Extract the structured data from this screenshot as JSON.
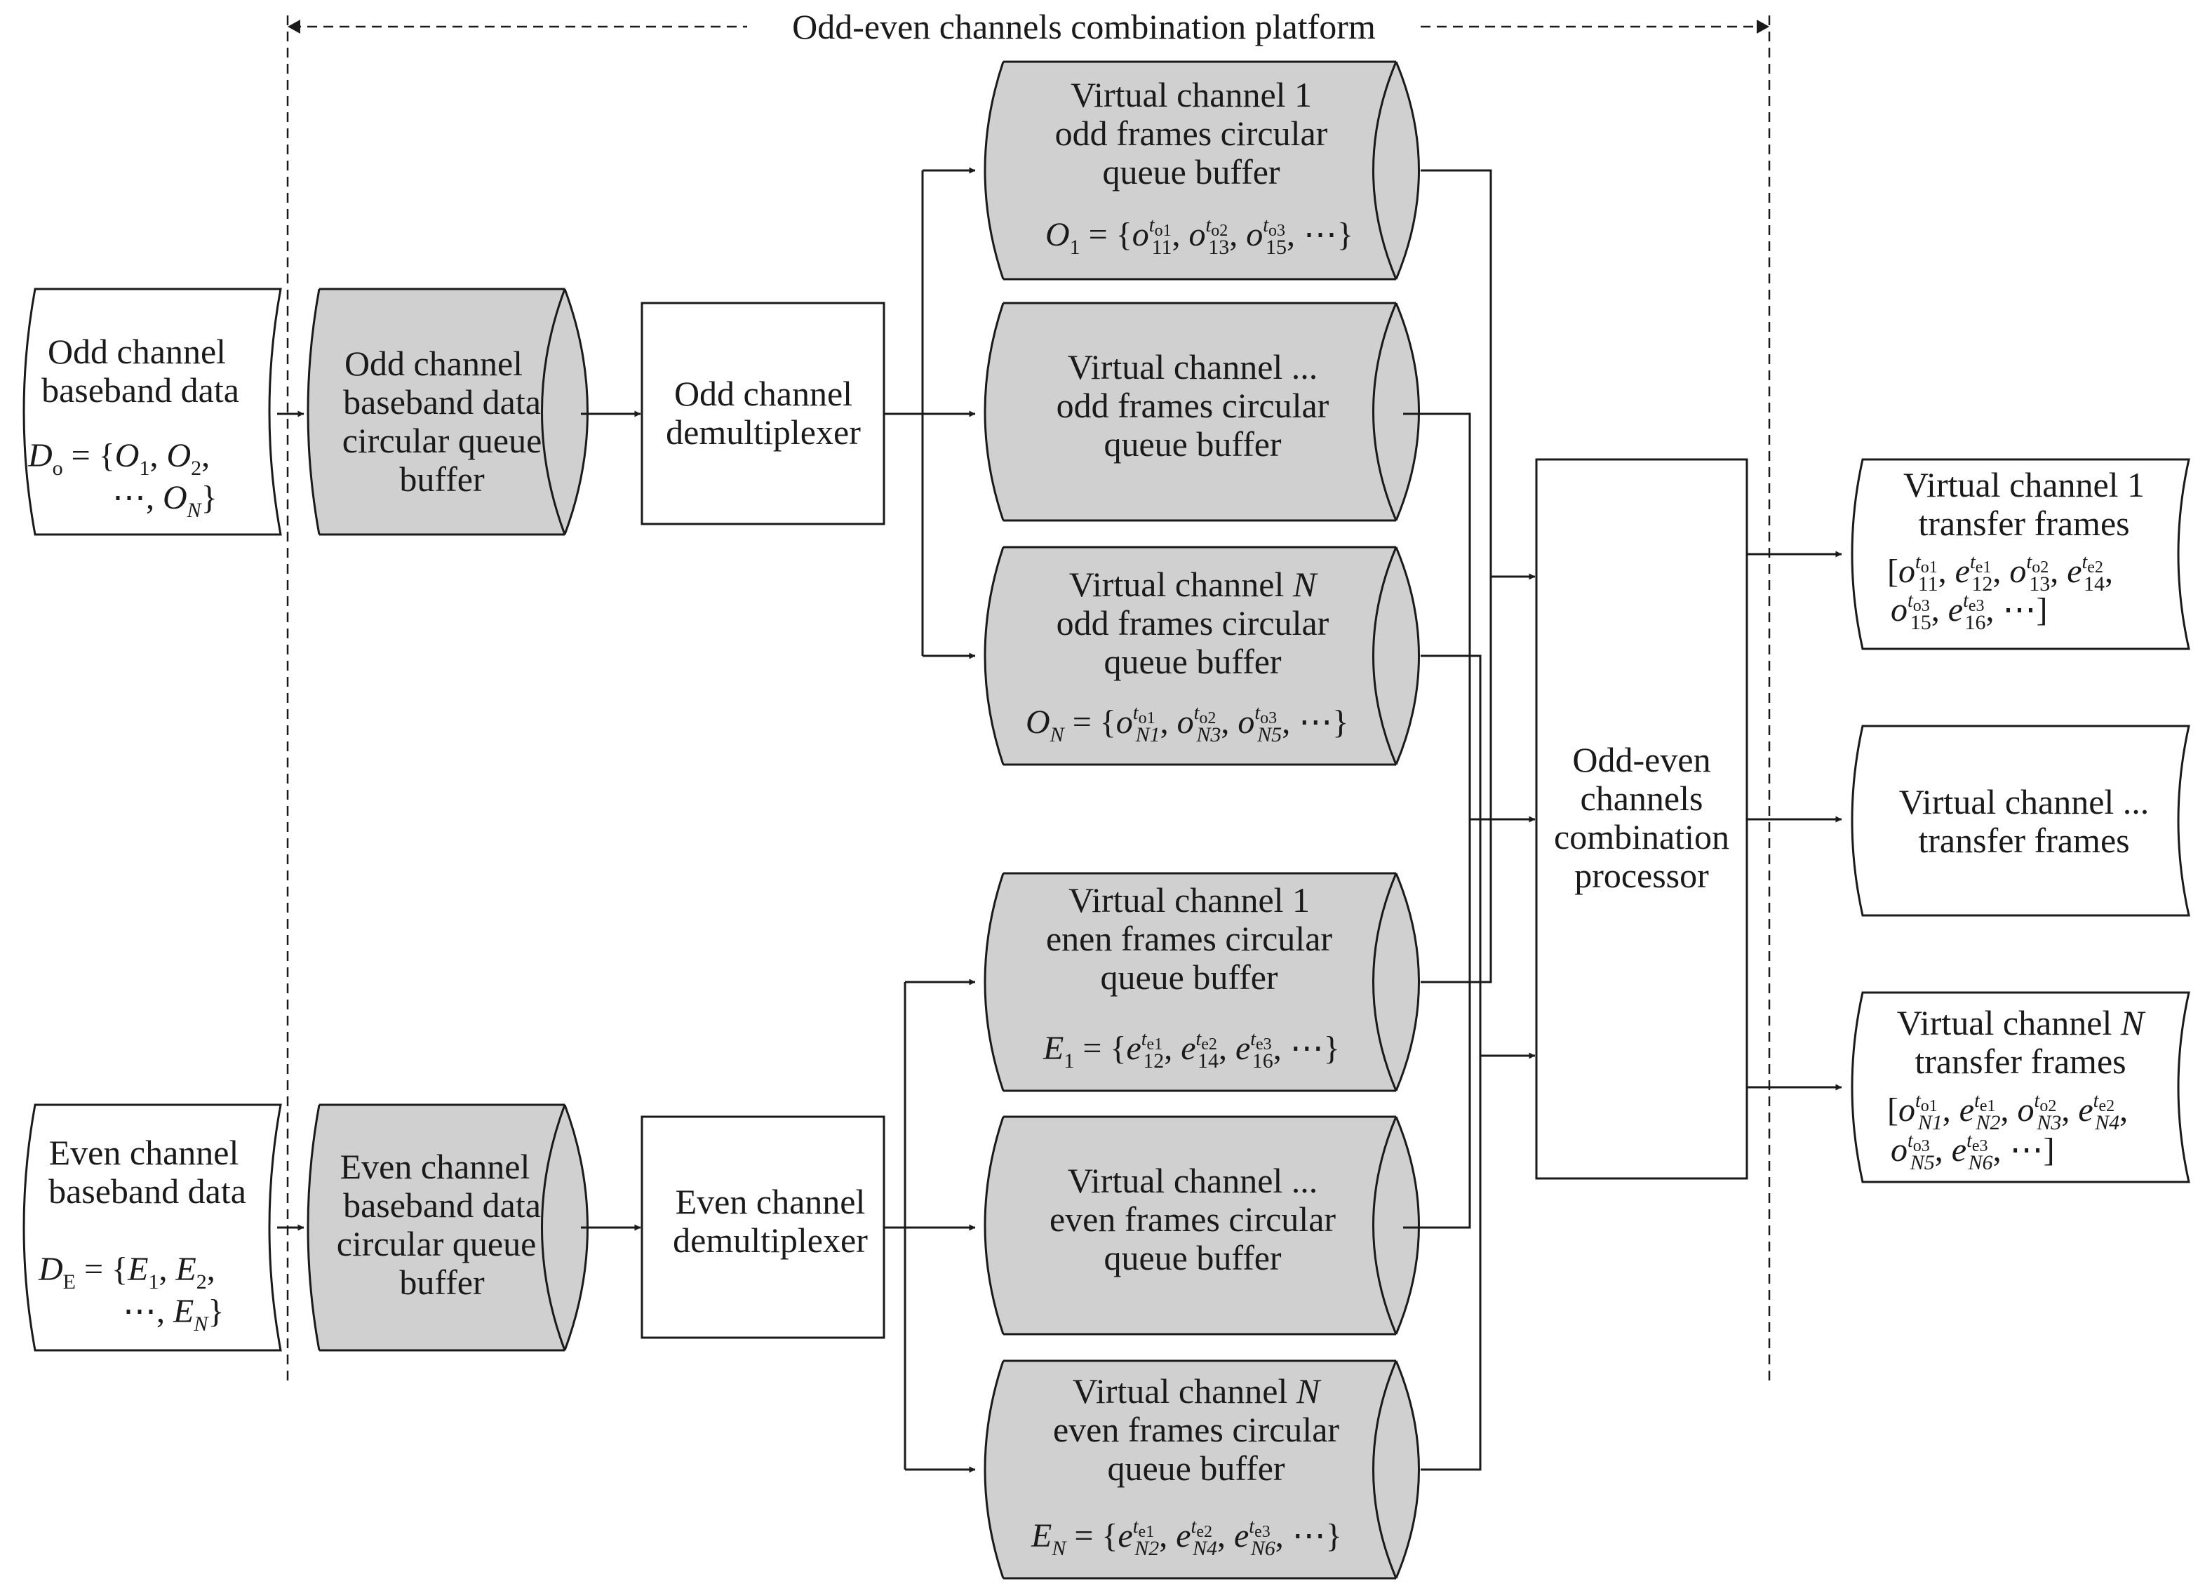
{
  "platform": {
    "title": "Odd-even channels combination platform"
  },
  "input_odd": {
    "line1": "Odd channel",
    "line2": "baseband data"
  },
  "input_even": {
    "line1": "Even channel",
    "line2": "baseband data"
  },
  "buffer_odd": {
    "line1": "Odd channel",
    "line2": "baseband data",
    "line3": "circular queue",
    "line4": "buffer"
  },
  "buffer_even": {
    "line1": "Even channel",
    "line2": "baseband data",
    "line3": "circular queue",
    "line4": "buffer"
  },
  "demux_odd": {
    "line1": "Odd channel",
    "line2": "demultiplexer"
  },
  "demux_even": {
    "line1": "Even channel",
    "line2": "demultiplexer"
  },
  "vc_odd_1": {
    "line1": "Virtual channel 1",
    "line2": "odd frames circular",
    "line3": "queue buffer"
  },
  "vc_odd_mid": {
    "line1": "Virtual channel ...",
    "line2": "odd frames circular",
    "line3": "queue buffer"
  },
  "vc_odd_n": {
    "line1_pre": "Virtual channel ",
    "line1_var": "N",
    "line2": "odd frames circular",
    "line3": "queue buffer"
  },
  "vc_even_1": {
    "line1": "Virtual channel 1",
    "line2": "enen frames circular",
    "line3": "queue buffer"
  },
  "vc_even_mid": {
    "line1": "Virtual channel ...",
    "line2": "even frames circular",
    "line3": "queue buffer"
  },
  "vc_even_n": {
    "line1_pre": "Virtual channel ",
    "line1_var": "N",
    "line2": "even frames circular",
    "line3": "queue buffer"
  },
  "processor": {
    "line1": "Odd-even",
    "line2": "channels",
    "line3": "combination",
    "line4": "processor"
  },
  "out_1": {
    "line1": "Virtual channel 1",
    "line2": "transfer frames"
  },
  "out_mid": {
    "line1": "Virtual channel ...",
    "line2": "transfer frames"
  },
  "out_n": {
    "line1_pre": "Virtual channel ",
    "line1_var": "N",
    "line2": "transfer frames"
  }
}
